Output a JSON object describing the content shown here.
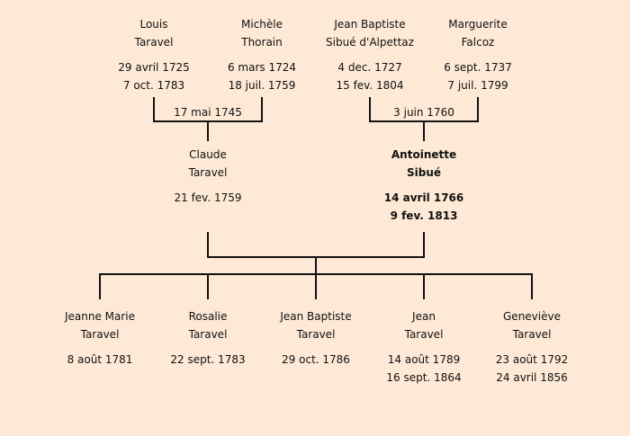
{
  "grandparents": [
    {
      "first": "Louis",
      "last": "Taravel",
      "birth": "29 avril 1725",
      "death": "7 oct. 1783"
    },
    {
      "first": "Michèle",
      "last": "Thorain",
      "birth": "6 mars 1724",
      "death": "18 juil. 1759"
    },
    {
      "first": "Jean Baptiste",
      "last": "Sibué d'Alpettaz",
      "birth": "4 dec. 1727",
      "death": "15 fev. 1804"
    },
    {
      "first": "Marguerite",
      "last": "Falcoz",
      "birth": "6 sept. 1737",
      "death": "7 juil. 1799"
    }
  ],
  "marriages": [
    "17 mai 1745",
    "3 juin 1760"
  ],
  "parents": [
    {
      "first": "Claude",
      "last": "Taravel",
      "birth": "21 fev. 1759",
      "highlight": false
    },
    {
      "first": "Antoinette",
      "last": "Sibué",
      "birth": "14 avril 1766",
      "death": "9 fev. 1813",
      "highlight": true
    }
  ],
  "children": [
    {
      "first": "Jeanne Marie",
      "last": "Taravel",
      "birth": "8 août 1781"
    },
    {
      "first": "Rosalie",
      "last": "Taravel",
      "birth": "22 sept. 1783"
    },
    {
      "first": "Jean Baptiste",
      "last": "Taravel",
      "birth": "29 oct. 1786"
    },
    {
      "first": "Jean",
      "last": "Taravel",
      "birth": "14 août 1789",
      "death": "16 sept. 1864"
    },
    {
      "first": "Geneviève",
      "last": "Taravel",
      "birth": "23 août 1792",
      "death": "24 avril 1856"
    }
  ],
  "colors": {
    "background": "#fde9d6",
    "line": "#111111"
  }
}
